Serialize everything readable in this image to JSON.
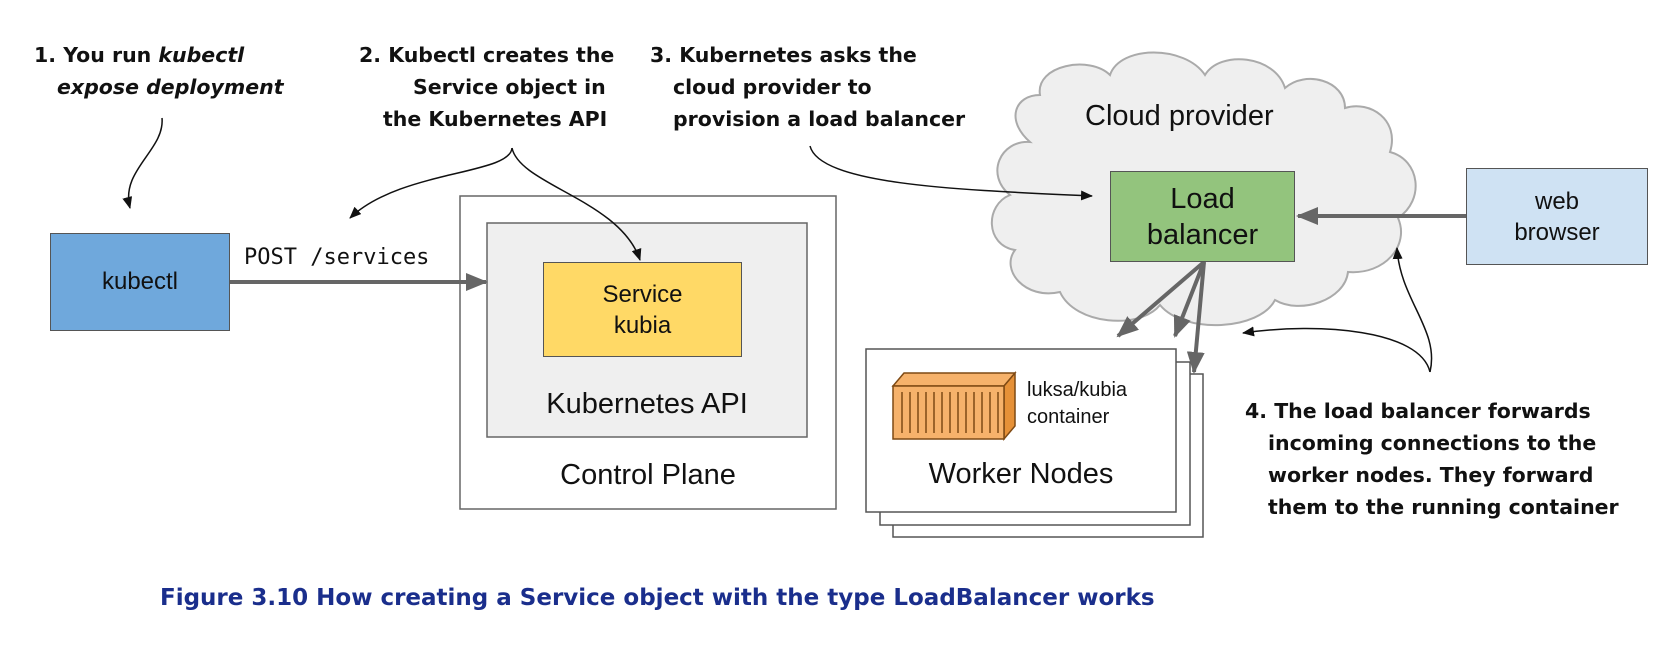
{
  "steps": {
    "step1": {
      "line1_prefix": "1. You run ",
      "line1_emph": "kubectl",
      "line2": "expose deployment"
    },
    "step2": {
      "line1": "2. Kubectl creates the",
      "line2": "Service object in",
      "line3": "the Kubernetes API"
    },
    "step3": {
      "line1": "3. Kubernetes asks the",
      "line2": "cloud provider to",
      "line3": "provision a load balancer"
    },
    "step4": {
      "line1": "4. The load balancer forwards",
      "line2": "incoming connections to the",
      "line3": "worker nodes. They forward",
      "line4": "them to the running container"
    }
  },
  "kubectl": {
    "label": "kubectl"
  },
  "request": {
    "label": "POST /services"
  },
  "control_plane": {
    "label": "Control Plane"
  },
  "kubernetes_api": {
    "label": "Kubernetes API"
  },
  "service": {
    "line1": "Service",
    "line2": "kubia"
  },
  "cloud": {
    "label": "Cloud provider"
  },
  "load_balancer": {
    "line1": "Load",
    "line2": "balancer"
  },
  "web_browser": {
    "line1": "web",
    "line2": "browser"
  },
  "worker_nodes": {
    "label": "Worker Nodes",
    "container_line1": "luksa/kubia",
    "container_line2": "container"
  },
  "caption": "Figure 3.10 How creating a Service object with the type LoadBalancer works",
  "colors": {
    "kubectl_fill": "#6fa8dc",
    "service_fill": "#ffd966",
    "load_balancer_fill": "#93c47d",
    "web_browser_fill": "#cfe2f3",
    "api_fill": "#efefef",
    "cloud_fill": "#efefef",
    "container_fill": "#f6b26b",
    "caption_color": "#1a2e8c",
    "arrow_color": "#666666"
  }
}
